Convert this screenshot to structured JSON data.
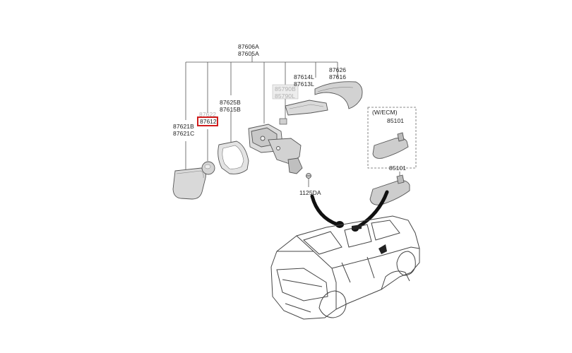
{
  "callouts": {
    "main_assy_a": "87606A",
    "main_assy_b": "87605A",
    "cap_a": "87626",
    "cap_b": "87616",
    "garnish_a": "87614L",
    "garnish_b": "87613L",
    "hidden_a": "85790B",
    "hidden_b": "85790L",
    "housing_a": "87625B",
    "housing_b": "87615B",
    "actuator_top": "87622",
    "actuator_selected": "87612",
    "glass_a": "87621B",
    "glass_b": "87621C",
    "screw": "1125DA",
    "ecm_note": "(W/ECM)",
    "inner_mirror_ecm": "85101",
    "inner_mirror": "85101"
  },
  "colors": {
    "highlight": "#d01c1c",
    "part_fill": "#d9d9d9",
    "outline": "#555555"
  }
}
